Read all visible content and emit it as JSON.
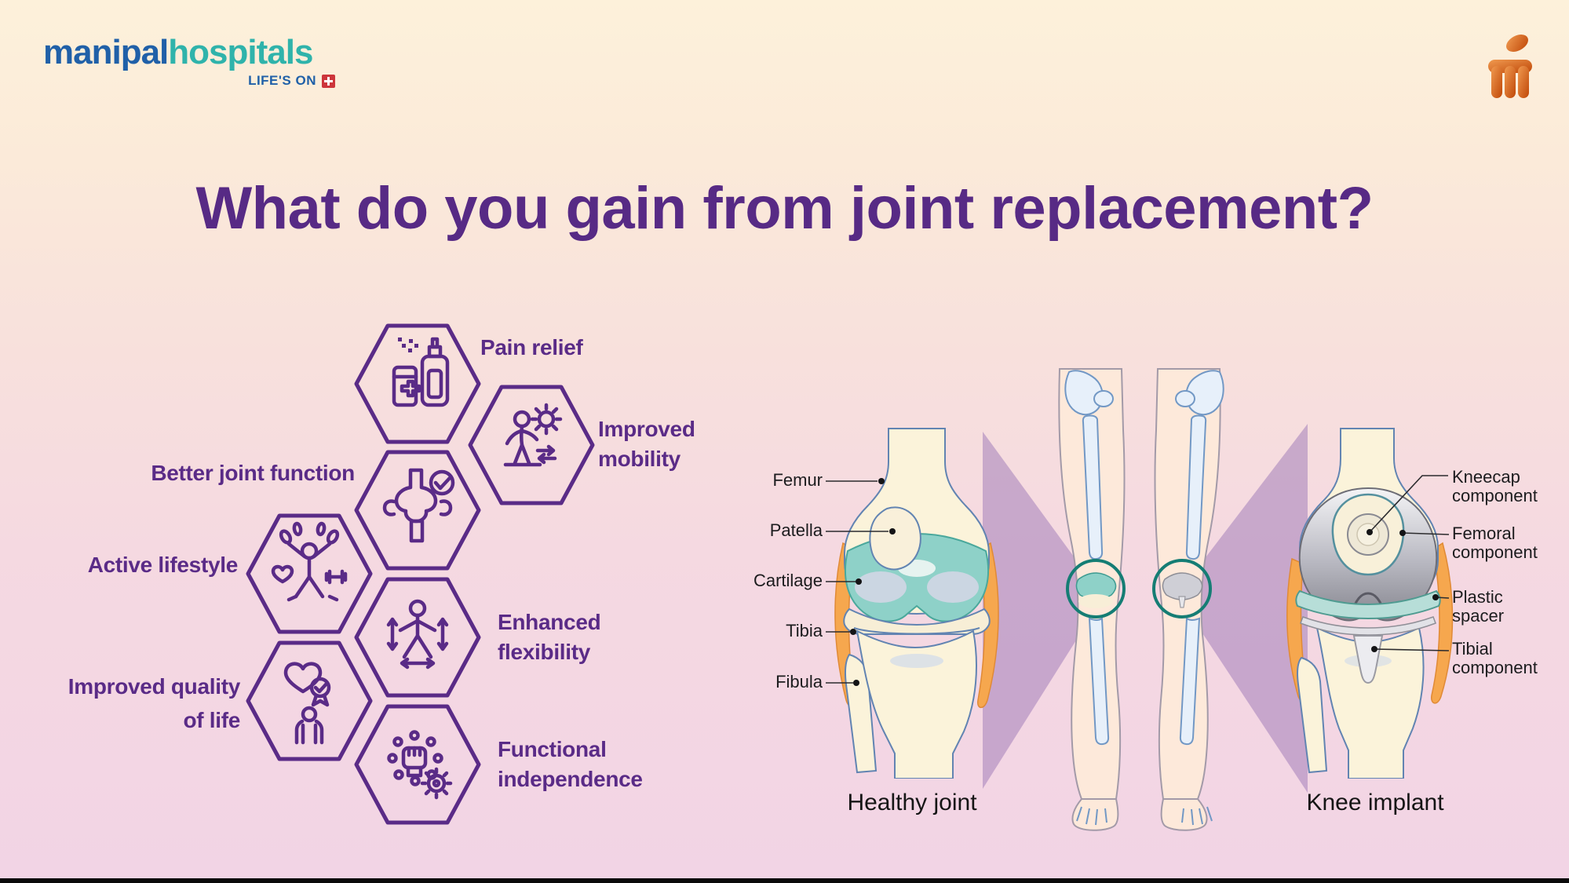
{
  "brand": {
    "name_part1": "manipal",
    "name_part2": "hospitals",
    "tagline": "LIFE'S ON",
    "colors": {
      "name_blue": "#2060a8",
      "name_teal": "#2fb3ab",
      "cross_red": "#cd353b",
      "mark_orange": "#d95f1e"
    }
  },
  "title": "What do you gain from joint replacement?",
  "benefits": [
    {
      "label": "Pain relief",
      "icon": "medicine-spray-icon"
    },
    {
      "label": "Improved\nmobility",
      "icon": "person-gear-arrows-icon"
    },
    {
      "label": "Better joint function",
      "icon": "joint-checkmark-icon"
    },
    {
      "label": "Active lifestyle",
      "icon": "exercising-person-icon"
    },
    {
      "label": "Enhanced\nflexibility",
      "icon": "stretching-person-arrows-icon"
    },
    {
      "label": "Improved quality\nof life",
      "icon": "heart-medal-person-icon"
    },
    {
      "label": "Functional\nindependence",
      "icon": "fist-network-gear-icon"
    }
  ],
  "healthy_joint": {
    "caption": "Healthy joint",
    "labels": [
      "Femur",
      "Patella",
      "Cartilage",
      "Tibia",
      "Fibula"
    ]
  },
  "knee_implant": {
    "caption": "Knee implant",
    "labels": [
      "Kneecap\ncomponent",
      "Femoral\ncomponent",
      "Plastic\nspacer",
      "Tibial\ncomponent"
    ]
  },
  "theme": {
    "accent_purple": "#5a2b87",
    "beam_lavender": "#9671b4",
    "bone_cream": "#fbf3da",
    "cartilage_teal": "#8ed1c8",
    "ligament_orange": "#f6a74e",
    "implant_gray": "#b9b9c2",
    "knee_circle_teal": "#157d74",
    "bg_top": "#fdf1da",
    "bg_bottom": "#f2d4e5"
  }
}
